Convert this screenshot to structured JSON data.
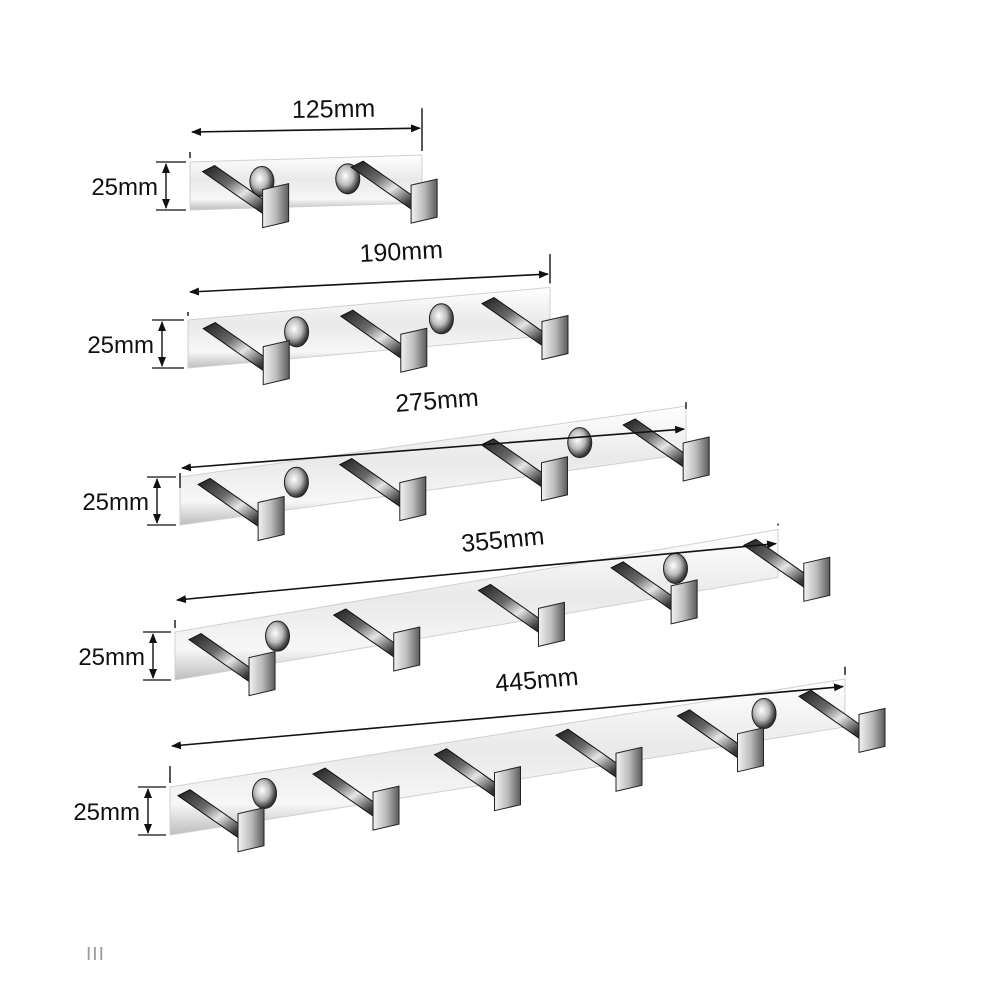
{
  "diagram": {
    "title": "",
    "racks": [
      {
        "length_label": "125mm",
        "height_label": "25mm",
        "hook_count": 2,
        "knob_count": 2
      },
      {
        "length_label": "190mm",
        "height_label": "25mm",
        "hook_count": 3,
        "knob_count": 2
      },
      {
        "length_label": "275mm",
        "height_label": "25mm",
        "hook_count": 4,
        "knob_count": 2
      },
      {
        "length_label": "355mm",
        "height_label": "25mm",
        "hook_count": 5,
        "knob_count": 2
      },
      {
        "length_label": "445mm",
        "height_label": "25mm",
        "hook_count": 6,
        "knob_count": 2
      }
    ],
    "corner_mark": "III"
  },
  "colors": {
    "dimension_line": "#111111",
    "text": "#111111",
    "chrome_light": "#f4f4f4",
    "chrome_mid": "#c9c9c9",
    "chrome_dark": "#2a2a2a"
  }
}
